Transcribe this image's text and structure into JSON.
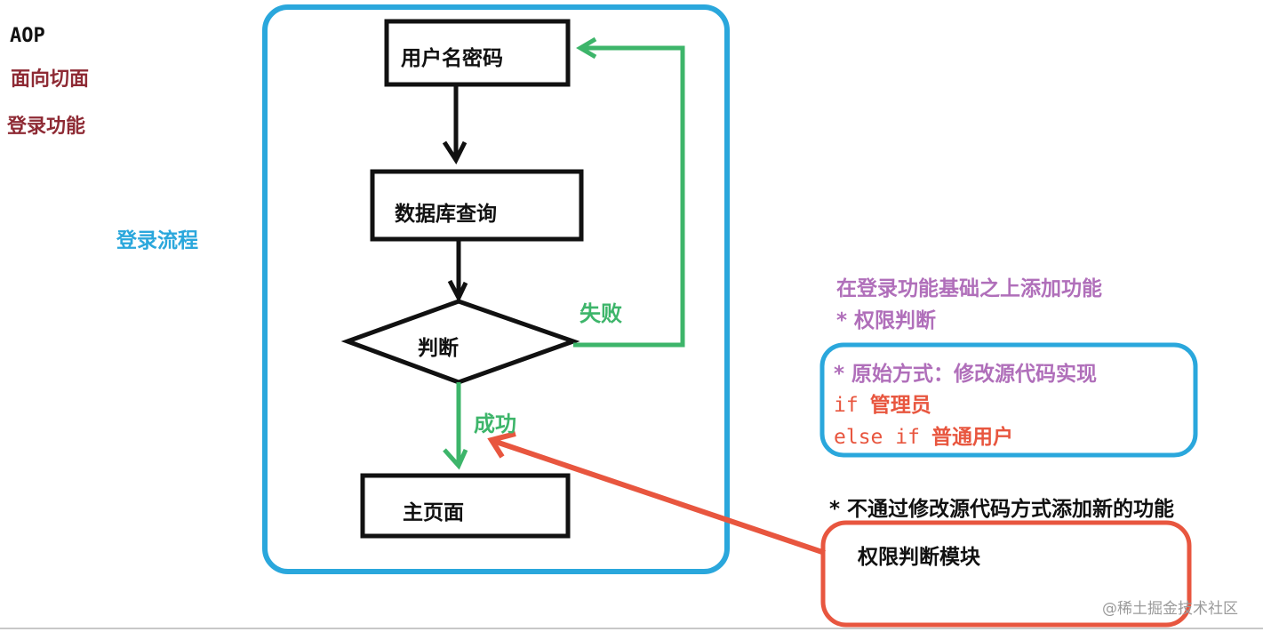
{
  "left_notes": {
    "aop": "AOP",
    "aspect": "面向切面",
    "login_feature": "登录功能"
  },
  "flow_label": "登录流程",
  "nodes": {
    "username_password": "用户名密码",
    "db_query": "数据库查询",
    "judge": "判断",
    "home": "主页面"
  },
  "edges": {
    "fail": "失败",
    "success": "成功"
  },
  "right_notes": {
    "add_feature": "在登录功能基础之上添加功能",
    "permission": "* 权限判断",
    "original": "* 原始方式：修改源代码实现",
    "if_admin_kw": "if",
    "if_admin": "管理员",
    "else_if_kw": "else if",
    "else_if": "普通用户",
    "no_modify": "* 不通过修改源代码方式添加新的功能",
    "permission_module": "权限判断模块"
  },
  "watermark": "@稀土掘金技术社区",
  "colors": {
    "blue": "#2aa7dc",
    "green": "#3db56a",
    "red": "#e8563f",
    "purple": "#b06fba",
    "dark_red": "#8e2a34"
  }
}
